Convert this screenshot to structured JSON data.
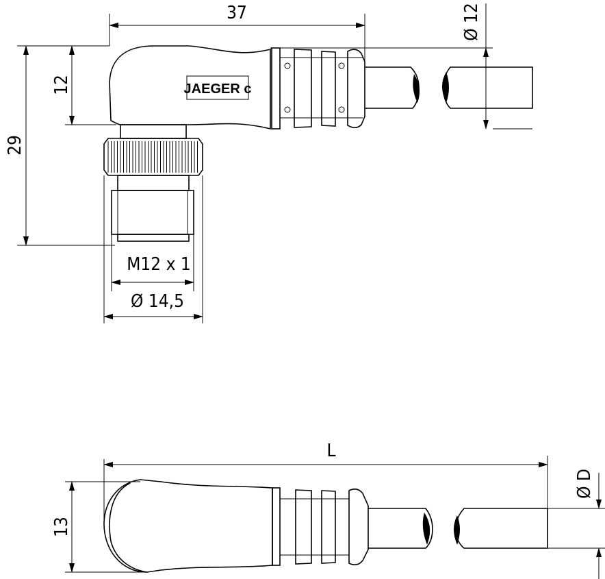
{
  "top_view": {
    "dim_length": "37",
    "dim_cable_diameter": "Ø 12",
    "dim_body_height": "12",
    "dim_total_height": "29",
    "logo": "JAEGER c",
    "thread_label": "M12 x 1",
    "nut_diameter": "Ø 14,5"
  },
  "side_view": {
    "dim_length": "L",
    "dim_cable_diameter": "Ø D",
    "dim_height": "13"
  }
}
